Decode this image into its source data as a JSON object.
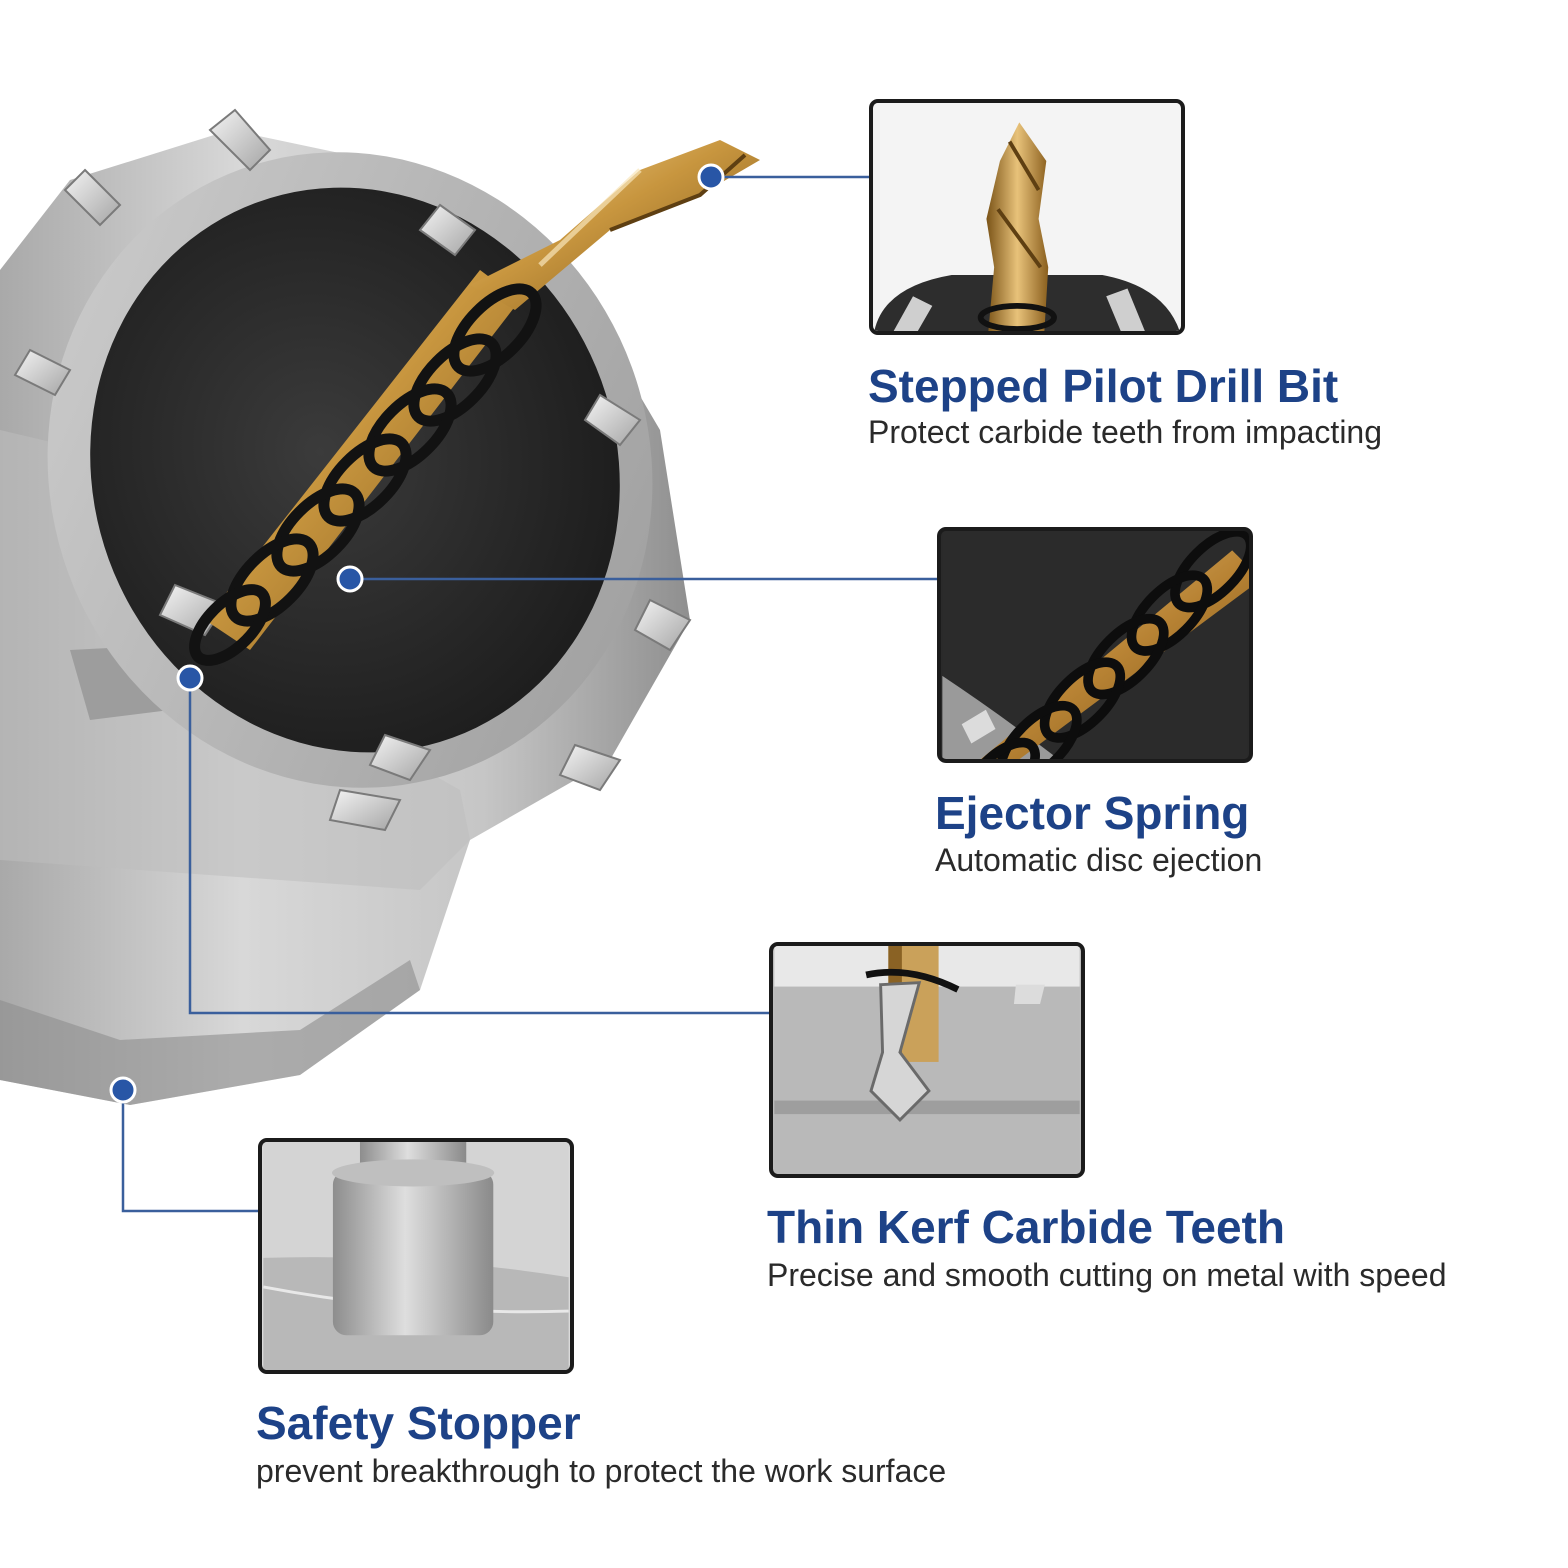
{
  "colors": {
    "accent": "#1d4287",
    "leader_line": "#3a5f9c",
    "dot": "#2856a6"
  },
  "product_image": {
    "icon": "hole-saw-cutter-icon"
  },
  "features": [
    {
      "id": "pilot-drill",
      "title": "Stepped Pilot Drill Bit",
      "description": "Protect carbide teeth from impacting",
      "inset_icon": "drill-bit-closeup-icon"
    },
    {
      "id": "ejector-spring",
      "title": "Ejector Spring",
      "description": "Automatic disc ejection",
      "inset_icon": "spring-closeup-icon"
    },
    {
      "id": "carbide-teeth",
      "title": "Thin Kerf Carbide Teeth",
      "description": "Precise and smooth cutting on metal with speed",
      "inset_icon": "carbide-tooth-closeup-icon"
    },
    {
      "id": "safety-stopper",
      "title": "Safety Stopper",
      "description": "prevent breakthrough to protect the work surface",
      "inset_icon": "stopper-closeup-icon"
    }
  ]
}
